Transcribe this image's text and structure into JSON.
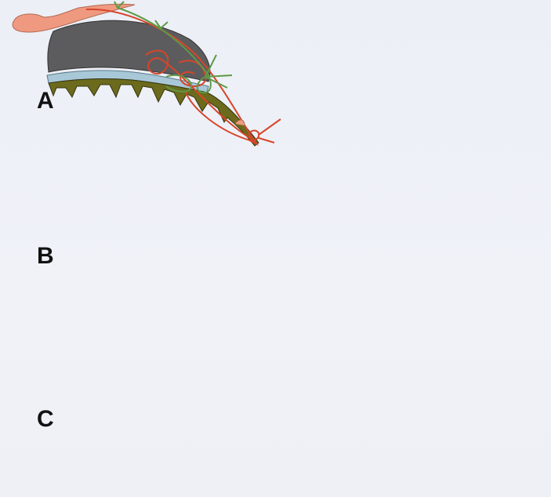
{
  "figure": {
    "panel_labels": {
      "a": "A",
      "b": "B",
      "c": "C"
    },
    "colors": {
      "background": "#eef1f8",
      "tendon": "#ef9a80",
      "cuff": "#5c5c5e",
      "cartilage": "#a8c8d8",
      "bone": "#6c6a1c",
      "suture_red": "#d6452a",
      "suture_green": "#5e9a46",
      "anchor_dark": "#2d2d2d",
      "screw": "#f1ebc0"
    },
    "icons": [
      "suture-passer-icon",
      "suture-anchor-icon",
      "screw-anchor-icon"
    ]
  }
}
